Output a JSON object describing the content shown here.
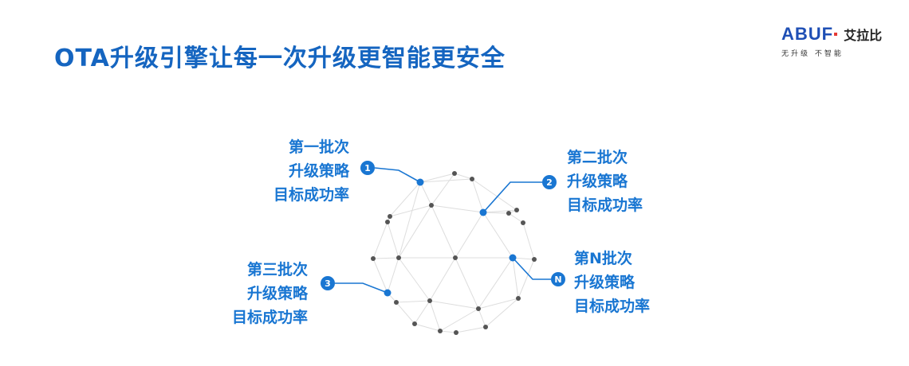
{
  "title": "OTA升级引擎让每一次升级更智能更安全",
  "logo": {
    "brand": "ABUF",
    "cn": "艾拉比",
    "slogan": "无升级  不智能"
  },
  "colors": {
    "accent": "#1976d2",
    "title": "#1565c0",
    "node": "#555555",
    "edge": "#dddddd"
  },
  "batches": [
    {
      "badge": "1",
      "lines": [
        "第一批次",
        "升级策略",
        "目标成功率"
      ]
    },
    {
      "badge": "2",
      "lines": [
        "第二批次",
        "升级策略",
        "目标成功率"
      ]
    },
    {
      "badge": "3",
      "lines": [
        "第三批次",
        "升级策略",
        "目标成功率"
      ]
    },
    {
      "badge": "N",
      "lines": [
        "第N批次",
        "升级策略",
        "目标成功率"
      ]
    }
  ]
}
